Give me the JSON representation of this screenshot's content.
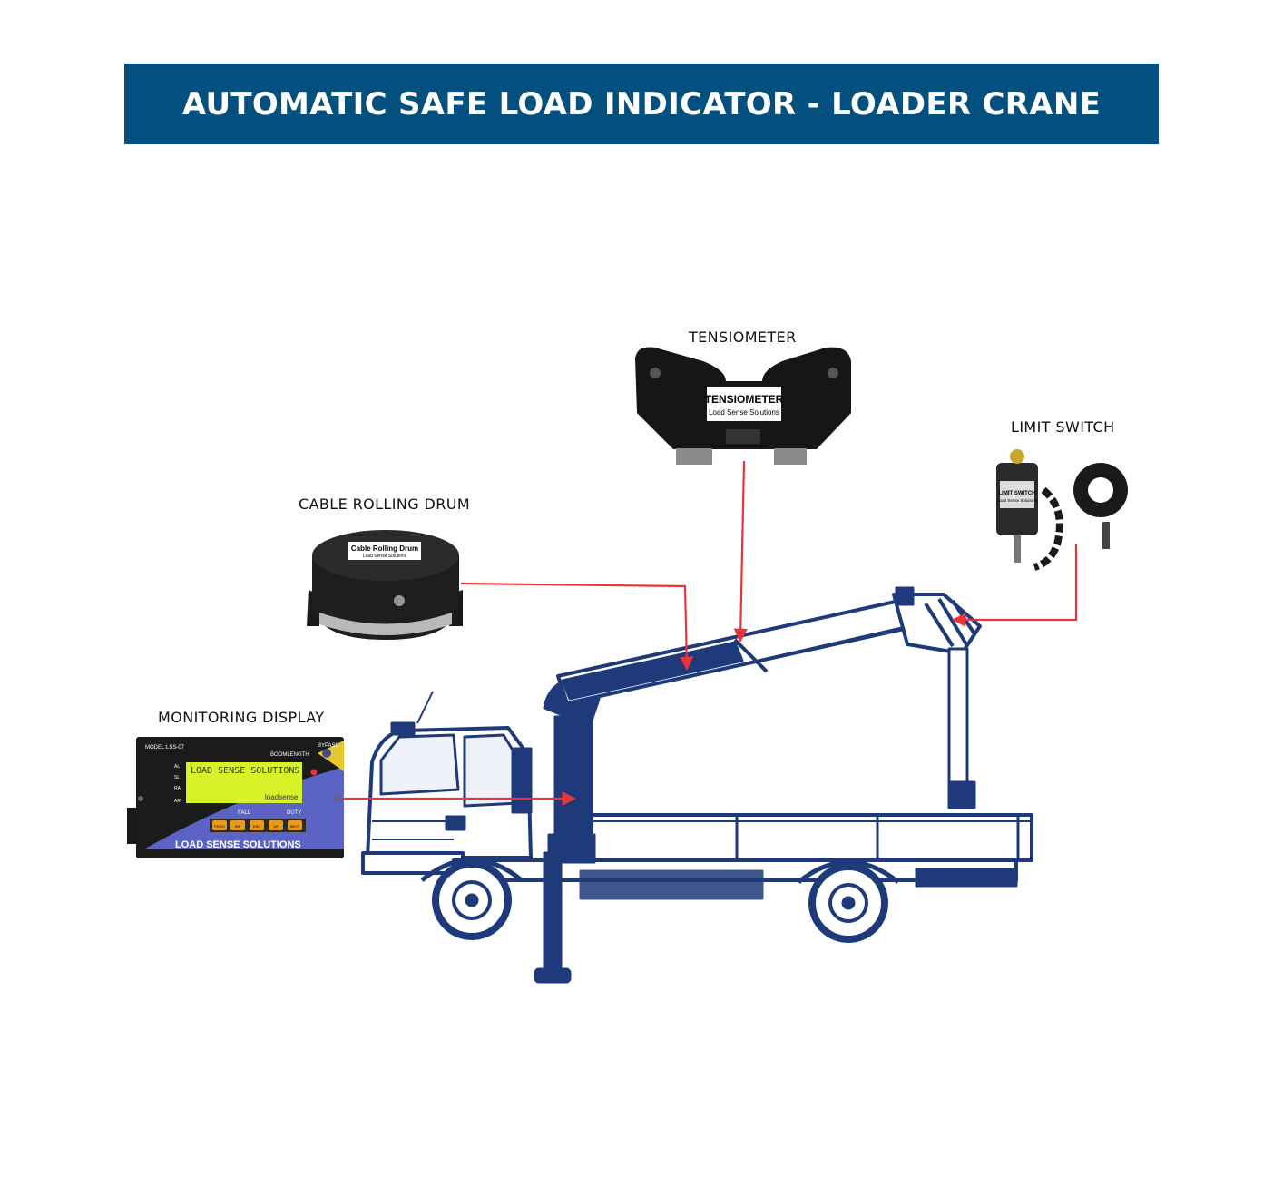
{
  "title": "AUTOMATIC SAFE LOAD INDICATOR - LOADER CRANE",
  "labels": {
    "tensiometer": "TENSIOMETER",
    "limit_switch": "LIMIT SWITCH",
    "cable_drum": "CABLE ROLLING DRUM",
    "monitoring_display": "MONITORING DISPLAY"
  },
  "tensiometer_plate": {
    "line1": "TENSIOMETER",
    "line2": "Load Sense Solutions"
  },
  "limit_switch_plate": {
    "line1": "LIMIT SWITCH",
    "line2": "Load Sense Solutions"
  },
  "drum_sticker": {
    "line1": "Cable Rolling Drum",
    "line2": "Load Sense Solutions"
  },
  "display_panel": {
    "model": "MODEL:LSS-07",
    "boomlength": "BOOMLENGTH",
    "bypass": "BYPASS",
    "screen_line": "LOAD SENSE SOLUTIONS",
    "screen_brand": "loadsense",
    "indicators": [
      "AL",
      "SL",
      "RA",
      "AR"
    ],
    "fall": "FALL",
    "duty": "DUTY",
    "brand": "LOAD SENSE SOLUTIONS",
    "buttons": [
      "PROG",
      "INP",
      "ESC",
      "UP",
      "NEXT"
    ]
  },
  "colors": {
    "banner": "#03507e",
    "arrow": "#e8343a",
    "truck": "#1f3a7a",
    "screen": "#d7f229"
  }
}
